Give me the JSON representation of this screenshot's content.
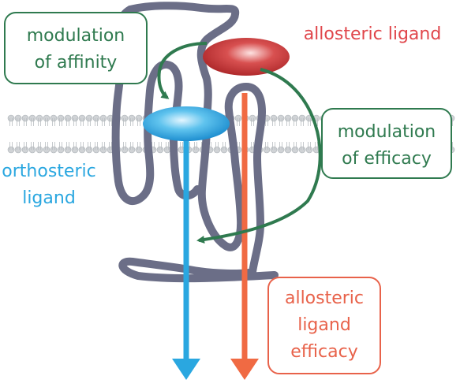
{
  "labels": {
    "modulation_affinity": [
      "modulation",
      "of affinity"
    ],
    "allosteric_ligand": "allosteric ligand",
    "modulation_efficacy": [
      "modulation",
      "of efficacy"
    ],
    "orthosteric_ligand": [
      "orthosteric",
      "ligand"
    ],
    "allosteric_efficacy": [
      "allosteric",
      "ligand",
      "efficacy"
    ]
  },
  "colors": {
    "receptor": "#6b6e87",
    "membrane_head": "#d0d3d6",
    "orthosteric": "#2aa7e0",
    "allosteric": "#c93a3c",
    "allosteric_arrow": "#f06a43",
    "modulation": "#2f7a4f"
  }
}
